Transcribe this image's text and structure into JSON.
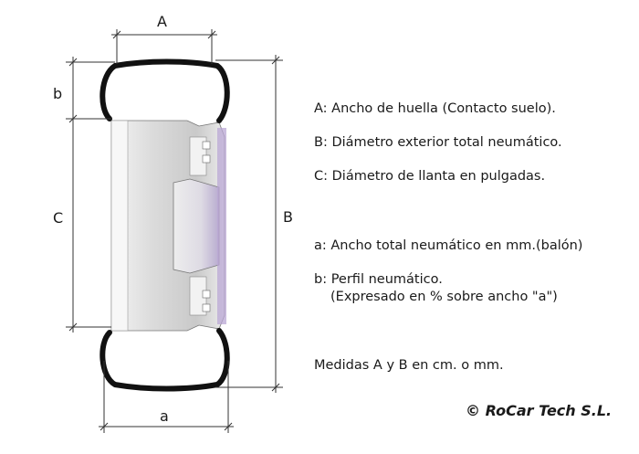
{
  "dimension_labels": {
    "A": "A",
    "B": "B",
    "C": "C",
    "a": "a",
    "b": "b"
  },
  "legend": {
    "A": "A: Ancho de huella (Contacto suelo).",
    "B": "B: Diámetro exterior total neumático.",
    "C": "C: Diámetro de llanta en pulgadas.",
    "a": "a: Ancho total neumático en mm.(balón)",
    "b_line1": "b: Perfil neumático.",
    "b_line2": "(Expresado en % sobre ancho \"a\")",
    "units": "Medidas A y B en cm. o mm."
  },
  "copyright": "© RoCar Tech S.L.",
  "colors": {
    "tire_outline": "#111111",
    "rim_fill": "#e6e6e6",
    "rim_shadow": "#c7c7c7",
    "hub_tint": "#c9bfd8",
    "dimension_line": "#333333",
    "text": "#1a1a1a"
  }
}
